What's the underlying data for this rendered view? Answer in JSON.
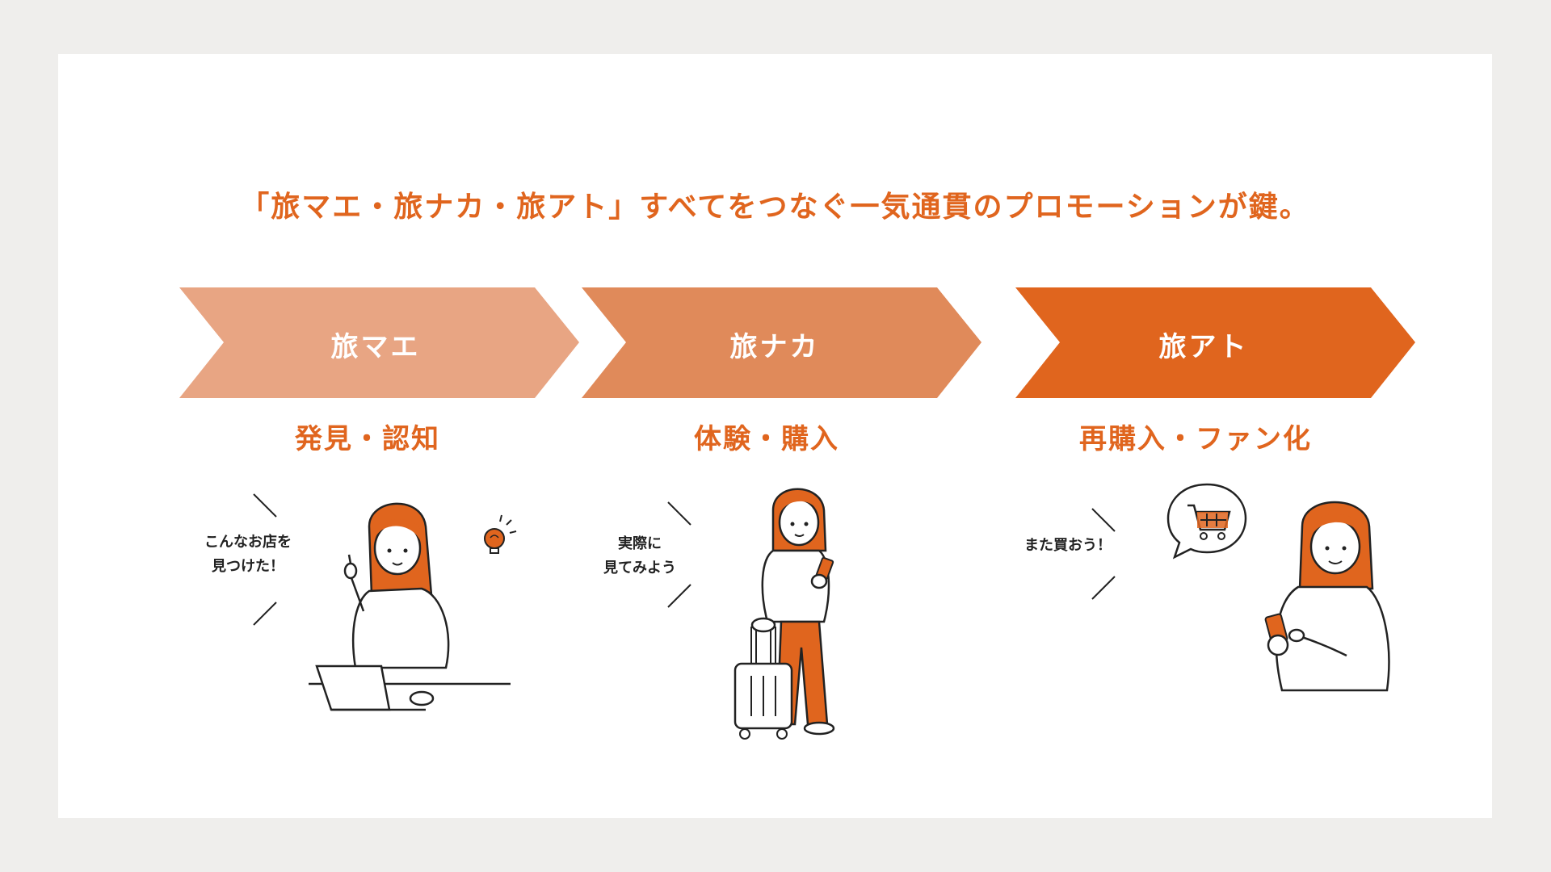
{
  "headline": "「旅マエ・旅ナカ・旅アト」すべてをつなぐ一気通貫のプロモーションが鍵。",
  "colors": {
    "accent": "#e0651e",
    "stage1": "#e8a583",
    "stage2": "#e08a5a",
    "stage3": "#e0651e"
  },
  "stages": [
    {
      "label": "旅マエ",
      "title": "発見・認知",
      "bubble_line1": "こんなお店を",
      "bubble_line2": "見つけた！",
      "icons": [
        "woman-laptop-icon",
        "lightbulb-icon"
      ]
    },
    {
      "label": "旅ナカ",
      "title": "体験・購入",
      "bubble_line1": "実際に",
      "bubble_line2": "見てみよう",
      "icons": [
        "woman-suitcase-icon",
        "smartphone-icon"
      ]
    },
    {
      "label": "旅アト",
      "title": "再購入・ファン化",
      "bubble_line1": "また買おう！",
      "bubble_line2": "",
      "icons": [
        "woman-phone-icon",
        "shopping-cart-bubble-icon"
      ]
    }
  ]
}
